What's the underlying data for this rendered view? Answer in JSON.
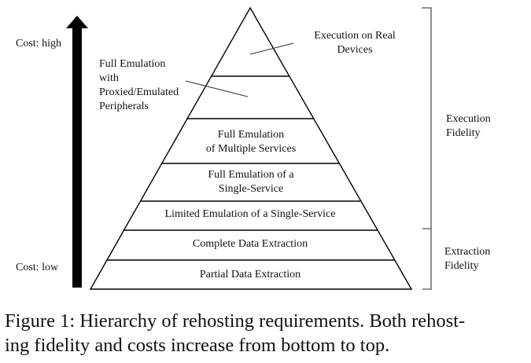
{
  "figure": {
    "cost_high": "Cost: high",
    "cost_low": "Cost: low",
    "levels": [
      {
        "line1": "Execution on Real",
        "line2": "Devices"
      },
      {
        "line1": "Full Emulation",
        "line2": "with",
        "line3": "Proxied/Emulated",
        "line4": "Peripherals"
      },
      {
        "line1": "Full Emulation",
        "line2": "of Multiple Services"
      },
      {
        "line1": "Full Emulation of a",
        "line2": "Single-Service"
      },
      {
        "line1": "Limited Emulation of a Single-Service"
      },
      {
        "line1": "Complete Data Extraction"
      },
      {
        "line1": "Partial Data Extraction"
      }
    ],
    "bracket_execution": {
      "line1": "Execution",
      "line2": "Fidelity"
    },
    "bracket_extraction": {
      "line1": "Extraction",
      "line2": "Fidelity"
    }
  },
  "caption": {
    "line1": "Figure 1: Hierarchy of rehosting requirements. Both rehost-",
    "line2": "ing fidelity and costs increase from bottom to top."
  }
}
